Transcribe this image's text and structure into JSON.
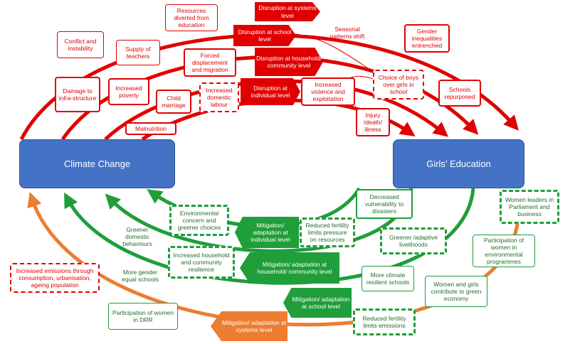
{
  "main_boxes": {
    "climate_change": "Climate Change",
    "girls_education": "Girls’ Education"
  },
  "disruption": {
    "systems": "Disruption at systems level",
    "school": "Disruption at school level",
    "household": "Disruption at household/ community  level",
    "individual": "Disruption at individual level"
  },
  "mitigation": {
    "individual": "Mitigation/ adaptation at individual level",
    "household": "Mitigation/ adaptation at household/ community  level",
    "school": "Mitigation/ adaptation at school level",
    "systems": "Mitigation/ adaptation at systems level"
  },
  "impacts": {
    "resources_diverted": "Resources diverted from education",
    "conflict": "Conflict and instability",
    "supply_teachers": "Supply of teachers",
    "seasonal": "Seasonal patterns shift",
    "gender_inequalities": "Gender inequalities entrenched",
    "forced_displacement": "Forced displacement and migration",
    "damage": "Damage to infra-structure",
    "increased_poverty": "Increased poverty",
    "child_marriage": "Child marriage",
    "domestic_labour": "Increased domestic labour",
    "violence": "Increased violence and exploitation",
    "choice_boys": "Choice of boys over girls in school",
    "schools_repurposed": "Schools repurposed",
    "injury": "Injury /death/ illness",
    "malnutrition": "Malnutrition",
    "increased_emissions": "Increased emissions through consumption, urbanisation, ageing population"
  },
  "responses": {
    "decreased_vulnerability": "Decreased vulnerability to disasters",
    "women_leaders": "Women leaders in Parliament and business",
    "environmental_concern": "Environmental concern and greener choices",
    "reduced_fertility_pressure": "Reduced fertility limits pressure on resources",
    "greener_domestic": "Greener domestic behaviours",
    "greener_livelihoods": "Greener /adaptive livelihoods",
    "participation_env": "Participation of women in environmental programmes",
    "household_resilience": "Increased household and community resilience",
    "gender_equal_schools": "More gender equal schools",
    "climate_resilient_schools": "More climate resilient schools",
    "green_economy": "Women and girls contribute to green economy",
    "participation_drr": "Participation of women in DRR",
    "reduced_fertility_emissions": "Reduced fertility limits emissions"
  },
  "colors": {
    "red": "#e00000",
    "green": "#1f9e3a",
    "orange": "#ed7d31",
    "brown": "#c55a11",
    "blue": "#4472c4"
  }
}
